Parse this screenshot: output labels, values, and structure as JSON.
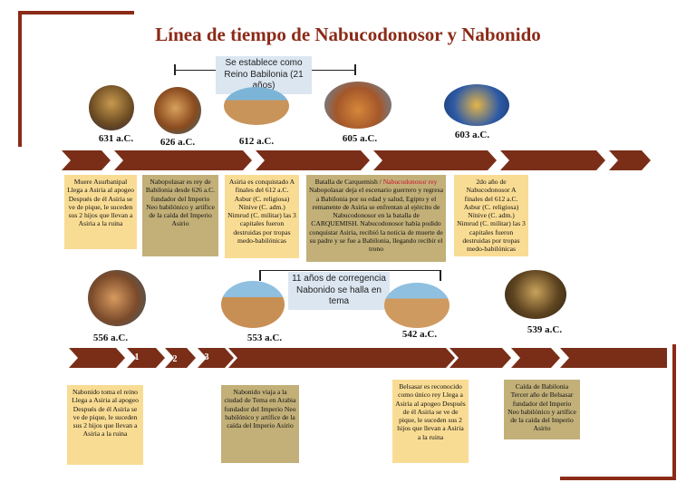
{
  "title": "Línea de tiempo de Nabucodonosor y Nabonido",
  "top_span": "Se establece como Reino Babilonia (21 años)",
  "bottom_span": "11 años de corregencia Nabonido se halla en tema",
  "top_years": [
    "631 a.C.",
    "626 a.C.",
    "612 a.C.",
    "605 a.C.",
    "603 a.C."
  ],
  "bottom_years": [
    "556 a.C.",
    "553 a.C.",
    "542 a.C.",
    "539 a.C."
  ],
  "band_numbers": [
    "1",
    "2",
    "3"
  ],
  "top_cards": [
    "Muere Asurbanipal Llega a Asiria al apogeo Después de él Asiria se ve de pique, le suceden sus 2 hijos que llevan a Asiria a la ruina",
    "Nabopolasar es rey de Babilonia desde 626 a.C. fundador del Imperio Neo babilónico y artífice de la caída del Imperio Asirio",
    "Asiria es conquistado A finales del 612 a.C. Asbur (C. religiosa) Nínive (C. adm.) Nimrud (C. militar) las 3 capitales fueron destruidas por tropas medo-babilónicas",
    "2do año de Nabucodonosor A finales del 612 a.C. Asbur (C. religiosa) Nínive (C. adm.) Nimrud (C. militar) las 3 capitales fueron destruidas por tropas medo-babilónicas"
  ],
  "battle_card": {
    "head": "Batalla de Carquemish / ",
    "red": "Nabucodonosor rey",
    "body": "Nabopolasar deja el escenario guerrero y regresa a Babilonia por su edad y salud, Egipto y el remanente de Asiria se enfrentan al ejército de Nabucodonosor en la batalla de CARQUEMISH. Nabucodonosor había podido conquistar Asiria, recibió la noticia de muerte de su padre y se fue a Babilonia, llegando recibir el trono"
  },
  "bottom_cards": [
    "Nabonido toma el reino Llega a Asiria al apogeo Después de él Asiria se ve de pique, le suceden sus 2 hijos que llevan a Asiria a la ruina",
    "Nabonido viaja a la ciudad de Tema en Arabia fundador del Imperio Neo babilónico y artífice de la caída del Imperio Asirio",
    "Belsasar es reconocido como único rey Llega a Asiria al apogeo Después de él Asiria se ve de pique, le suceden sus 2 hijos que llevan a Asiria a la ruina",
    "Caída de Babilonia Tercer año de Belsasar fundador del Imperio Neo babilónico y artífice de la caída del Imperio Asirio"
  ],
  "colors": {
    "accent": "#8b2a17",
    "band": "#7a2e18",
    "card_light": "#f9dc94",
    "card_dark": "#c2b078",
    "span_box": "#dbe6f1"
  }
}
